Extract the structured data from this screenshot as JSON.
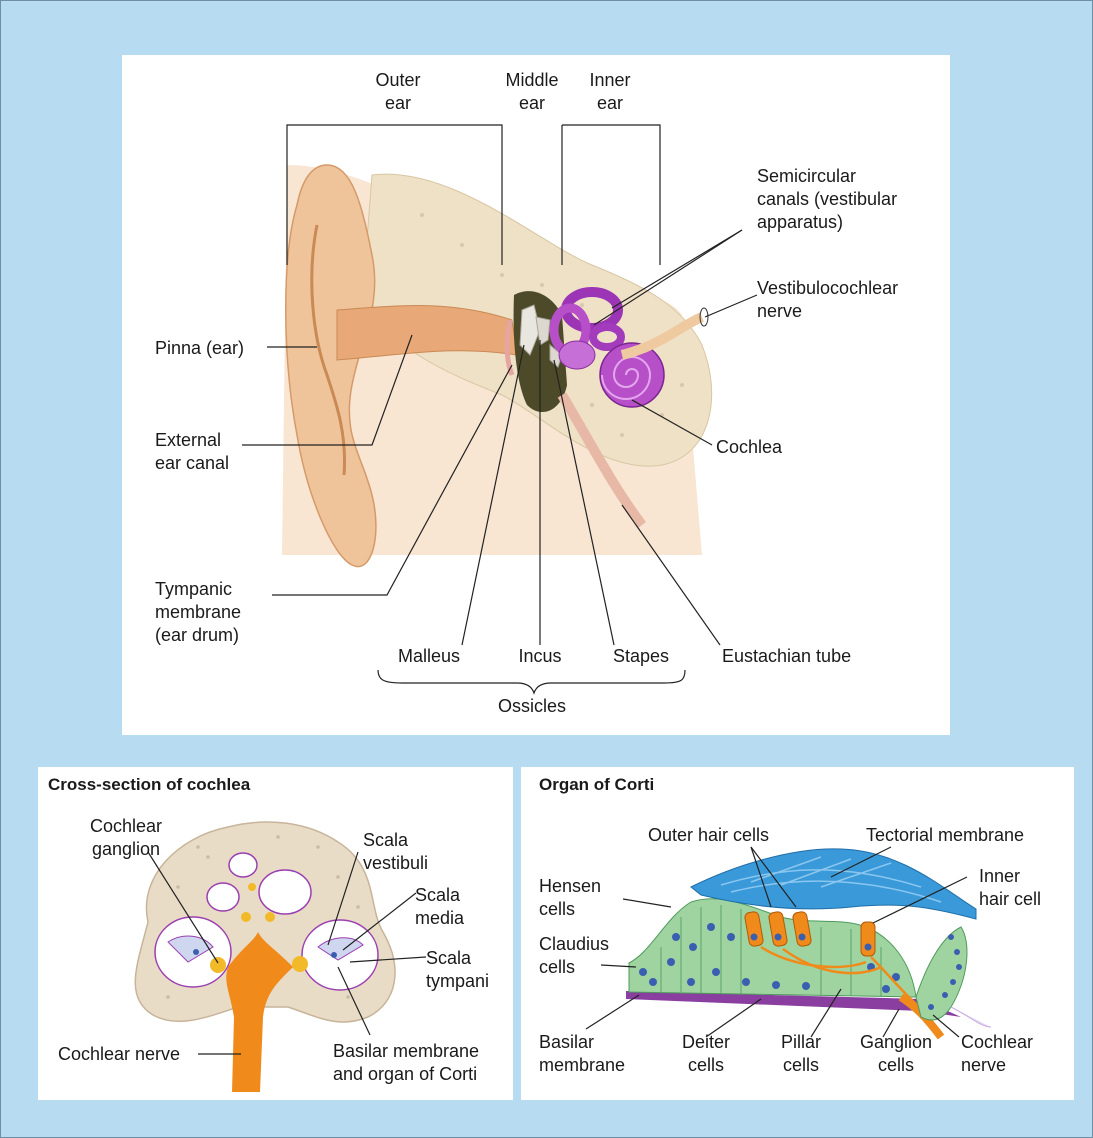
{
  "colors": {
    "background": "#b7dcf2",
    "panel": "#ffffff",
    "skin": "#f0c49a",
    "bone": "#f2e4cc",
    "cochlea_purple": "#b74fc9",
    "nerve_orange": "#f08a1a",
    "tectorial_blue": "#3a9ad9",
    "cell_green": "#9fd4a0",
    "nucleus_blue": "#3b5fb0",
    "basilar_purple": "#8a3fa0"
  },
  "main_diagram": {
    "region_labels": {
      "outer_ear": "Outer\near",
      "middle_ear": "Middle\near",
      "inner_ear": "Inner\near"
    },
    "labels": {
      "semicircular_canals": "Semicircular\ncanals (vestibular\napparatus)",
      "vestibulocochlear_nerve": "Vestibulocochlear\nnerve",
      "pinna": "Pinna (ear)",
      "external_ear_canal": "External\near canal",
      "cochlea": "Cochlea",
      "tympanic_membrane": "Tympanic\nmembrane\n(ear drum)",
      "malleus": "Malleus",
      "incus": "Incus",
      "stapes": "Stapes",
      "eustachian_tube": "Eustachian tube",
      "ossicles": "Ossicles"
    }
  },
  "cochlea_cross_section": {
    "title": "Cross-section of cochlea",
    "labels": {
      "cochlear_ganglion": "Cochlear\nganglion",
      "scala_vestibuli": "Scala\nvestibuli",
      "scala_media": "Scala\nmedia",
      "scala_tympani": "Scala\ntympani",
      "cochlear_nerve": "Cochlear nerve",
      "basilar_membrane": "Basilar membrane\nand organ of Corti"
    }
  },
  "organ_of_corti": {
    "title": "Organ of Corti",
    "labels": {
      "outer_hair_cells": "Outer hair cells",
      "tectorial_membrane": "Tectorial membrane",
      "inner_hair_cell": "Inner\nhair cell",
      "hensen_cells": "Hensen\ncells",
      "claudius_cells": "Claudius\ncells",
      "basilar_membrane": "Basilar\nmembrane",
      "deiter_cells": "Deiter\ncells",
      "pillar_cells": "Pillar\ncells",
      "ganglion_cells": "Ganglion\ncells",
      "cochlear_nerve": "Cochlear\nnerve"
    }
  }
}
